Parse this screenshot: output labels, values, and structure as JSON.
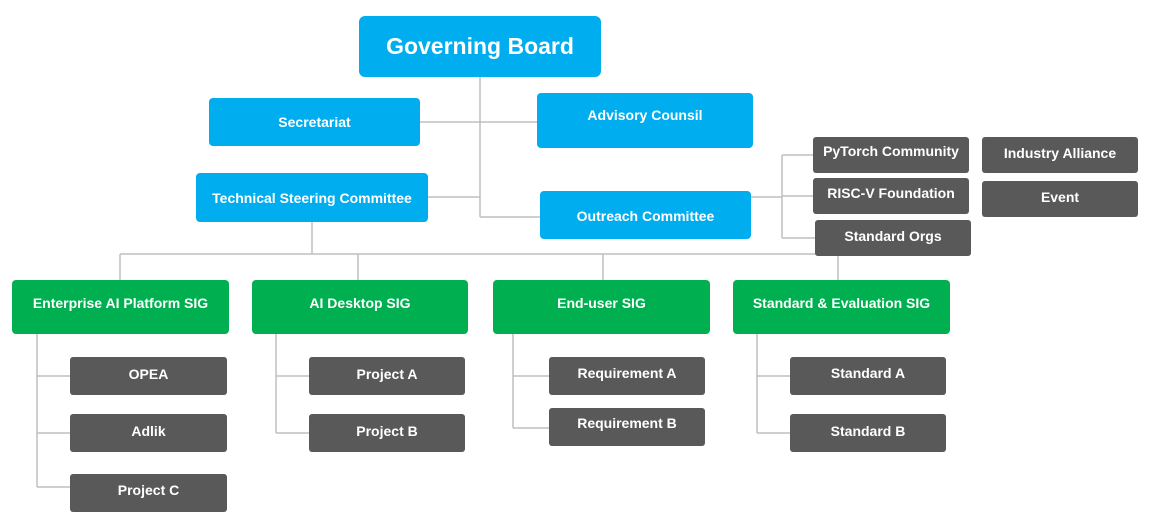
{
  "diagram": {
    "governing_board": "Governing Board",
    "secretariat": "Secretariat",
    "advisory": "Advisory Counsil",
    "tsc": "Technical Steering Committee",
    "outreach": "Outreach Committee",
    "outreach_items": [
      "PyTorch Community",
      "RISC-V Foundation",
      "Standard Orgs"
    ],
    "side_items": [
      "Industry Alliance",
      "Event"
    ],
    "sigs": [
      {
        "name": "Enterprise AI Platform SIG",
        "items": [
          "OPEA",
          "Adlik",
          "Project C"
        ]
      },
      {
        "name": "AI Desktop SIG",
        "items": [
          "Project A",
          "Project B"
        ]
      },
      {
        "name": "End-user SIG",
        "items": [
          "Requirement A",
          "Requirement B"
        ]
      },
      {
        "name": "Standard & Evaluation SIG",
        "items": [
          "Standard A",
          "Standard B"
        ]
      }
    ],
    "colors": {
      "blue": "#00aeef",
      "green": "#00b050",
      "gray": "#595959",
      "line": "#bfbfbf"
    }
  }
}
